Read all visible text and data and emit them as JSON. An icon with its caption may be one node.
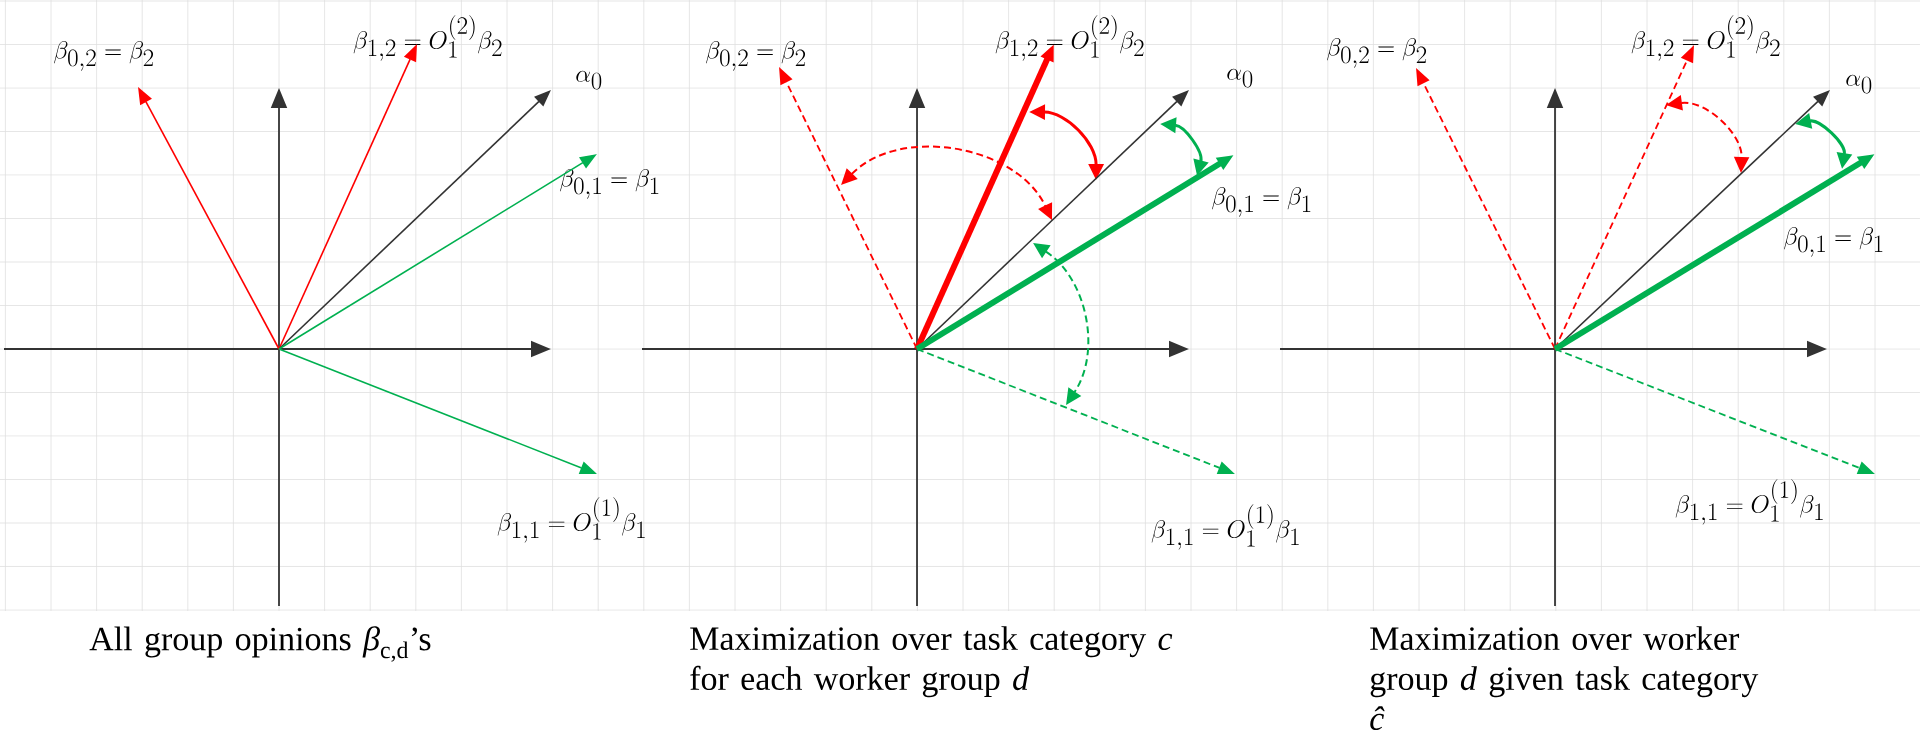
{
  "diagram": {
    "nodes": [
      {
        "text": [
          "\\beta_{0,2} = \\beta_{2}"
        ]
      },
      {
        "text": [
          "\\beta_{1,2} = O_{1}^{(2)}\\beta_{2}"
        ]
      },
      {
        "text": [
          "\\alpha_{0}"
        ]
      },
      {
        "text": [
          "\\beta_{0,1} = \\beta_{1}"
        ]
      },
      {
        "text": [
          "\\beta_{1,1} = O_{1}^{(1)}\\beta_{1}"
        ]
      },
      {
        "text": [
          "\\beta_{0,2} = \\beta_{2}"
        ]
      },
      {
        "text": [
          "\\beta_{1,2} = O_{1}^{(2)}\\beta_{2}"
        ]
      },
      {
        "text": [
          "\\alpha_{0}"
        ]
      },
      {
        "text": [
          "\\beta_{0,1} = \\beta_{1}"
        ]
      },
      {
        "text": [
          "\\beta_{1,1} = O_{1}^{(1)}\\beta_{1}"
        ]
      },
      {
        "text": [
          "\\beta_{0,2} = \\beta_{2}"
        ]
      },
      {
        "text": [
          "\\beta_{1,2} = O_{1}^{(2)}\\beta_{2}"
        ]
      },
      {
        "text": [
          "\\alpha_{0}"
        ]
      },
      {
        "text": [
          "\\beta_{0,1} = \\beta_{1}"
        ]
      },
      {
        "text": [
          "\\beta_{1,1} = O_{1}^{(1)}\\beta_{1}"
        ]
      }
    ],
    "edges": [
      {
        "from": null,
        "to": 0,
        "arrow": "to",
        "color": "#ff0000"
      },
      {
        "from": null,
        "to": 1,
        "arrow": "to",
        "color": "#ff0000"
      },
      {
        "from": null,
        "to": 2,
        "arrow": "to",
        "color": "#333333"
      },
      {
        "from": null,
        "to": 3,
        "arrow": "to",
        "color": "#00b050"
      },
      {
        "from": null,
        "to": 4,
        "arrow": "to",
        "color": "#00b050"
      },
      {
        "from": null,
        "to": 5,
        "arrow": "to",
        "style": "dashed",
        "color": "#ff0000"
      },
      {
        "from": null,
        "to": 6,
        "arrow": "to",
        "style": "thick",
        "color": "#ff0000"
      },
      {
        "from": null,
        "to": 7,
        "arrow": "to",
        "color": "#333333"
      },
      {
        "from": null,
        "to": 8,
        "arrow": "to",
        "style": "thick",
        "color": "#00b050"
      },
      {
        "from": null,
        "to": 9,
        "arrow": "to",
        "style": "dashed",
        "color": "#00b050"
      },
      {
        "from": null,
        "to": 10,
        "arrow": "to",
        "style": "dashed",
        "color": "#ff0000"
      },
      {
        "from": null,
        "to": 11,
        "arrow": "to",
        "style": "dashed",
        "color": "#ff0000"
      },
      {
        "from": null,
        "to": 12,
        "arrow": "to",
        "color": "#333333"
      },
      {
        "from": null,
        "to": 13,
        "arrow": "to",
        "style": "thick",
        "color": "#00b050"
      },
      {
        "from": null,
        "to": 14,
        "arrow": "to",
        "style": "dashed",
        "color": "#00b050"
      }
    ],
    "labels": [
      "All group opinions *β*$_{c,d}$’s",
      "Maximization over task category *c* for each worker group *d*",
      "Maximization over worker group *d* given task category *ĉ*"
    ]
  }
}
